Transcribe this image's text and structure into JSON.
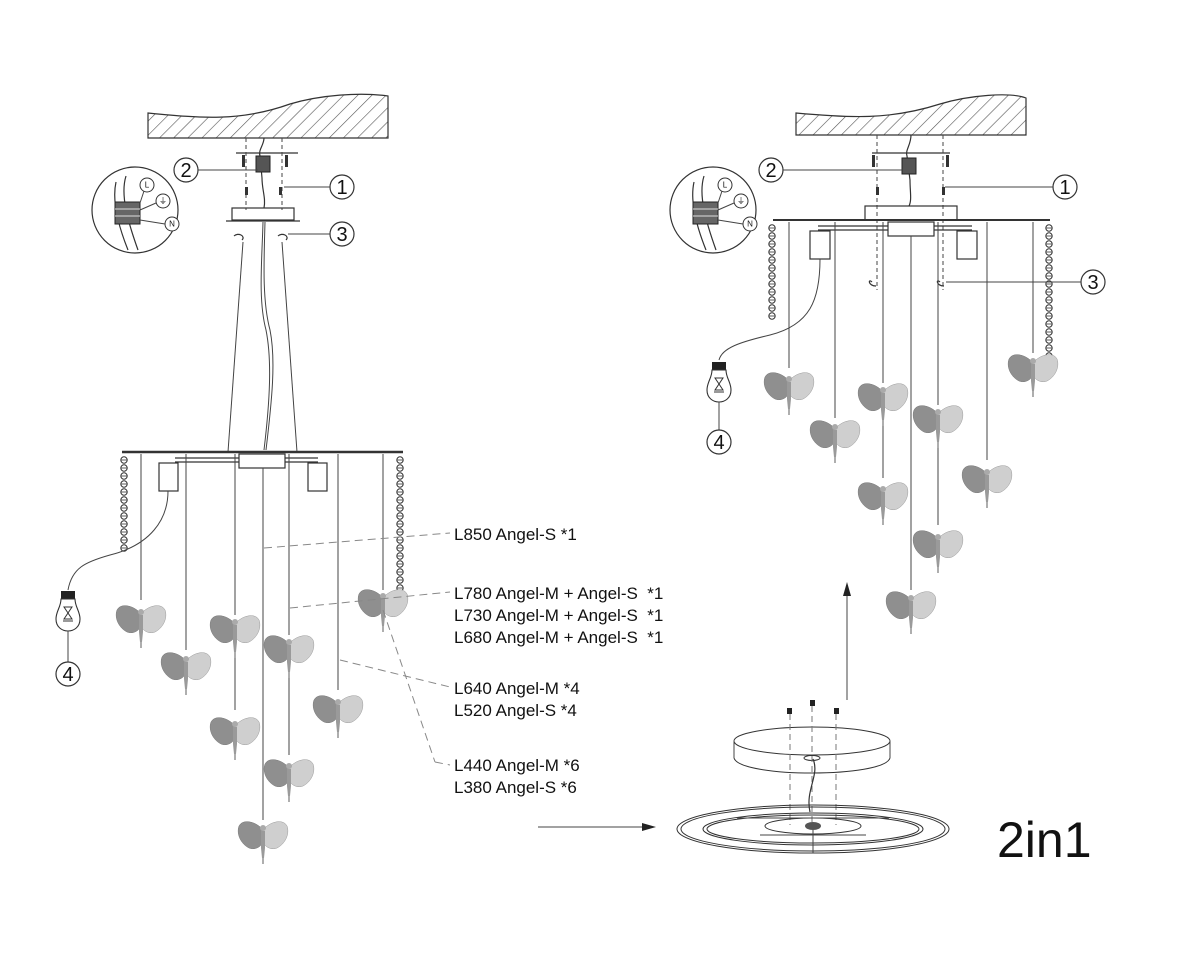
{
  "diagram": {
    "title": "Angel pendant chandelier installation diagram",
    "left_assembly": {
      "callouts": [
        {
          "id": "1",
          "label": "1"
        },
        {
          "id": "2",
          "label": "2"
        },
        {
          "id": "3",
          "label": "3"
        },
        {
          "id": "4",
          "label": "4"
        }
      ],
      "wiring_terminals": [
        "L",
        "⏚",
        "N"
      ]
    },
    "right_assembly": {
      "callouts": [
        {
          "id": "1",
          "label": "1"
        },
        {
          "id": "2",
          "label": "2"
        },
        {
          "id": "3",
          "label": "3"
        },
        {
          "id": "4",
          "label": "4"
        }
      ],
      "wiring_terminals": [
        "L",
        "⏚",
        "N"
      ]
    },
    "pendant_labels": [
      {
        "text": "L850 Angel-S *1"
      },
      {
        "text": "L780 Angel-M + Angel-S  *1"
      },
      {
        "text": "L730 Angel-M + Angel-S  *1"
      },
      {
        "text": "L680 Angel-M + Angel-S  *1"
      },
      {
        "text": "L640 Angel-M *4"
      },
      {
        "text": "L520 Angel-S *4"
      },
      {
        "text": "L440 Angel-M *6"
      },
      {
        "text": "L380 Angel-S *6"
      }
    ],
    "mode_label": "2in1",
    "colors": {
      "line": "#333333",
      "hatch": "#555555",
      "angel_dark": "#8a8a8a",
      "angel_light": "#c8c8c8"
    }
  }
}
